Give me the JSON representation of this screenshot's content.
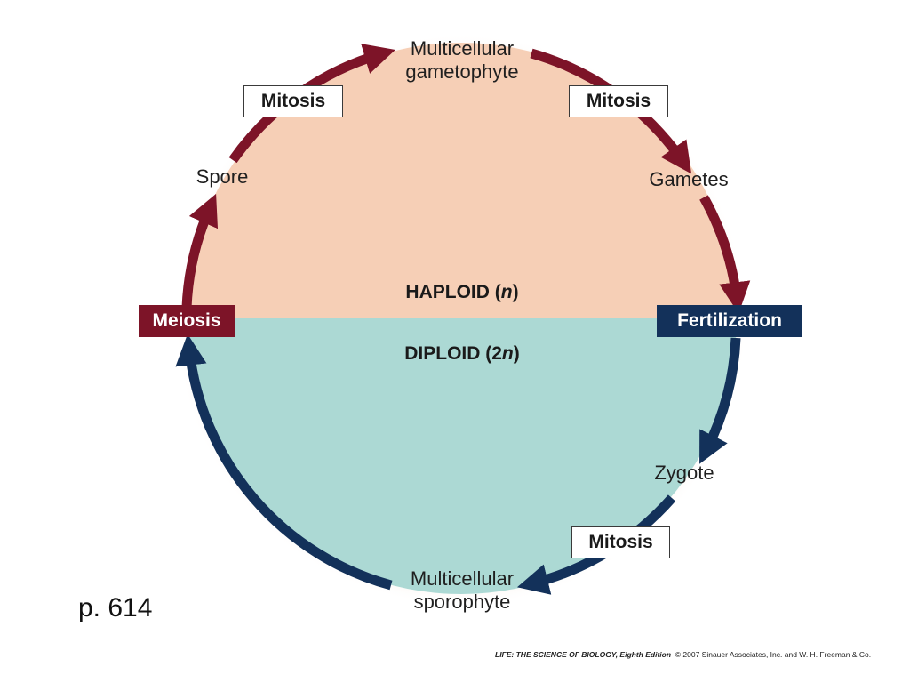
{
  "colors": {
    "haploid_fill": "#f6cfb6",
    "diploid_fill": "#acd9d4",
    "haploid_arrow": "#7d1428",
    "diploid_arrow": "#13315a"
  },
  "phases": {
    "haploid_label": "HAPLOID (",
    "haploid_sym": "n",
    "diploid_label": "DIPLOID (2",
    "diploid_sym": "n",
    "close": ")"
  },
  "stages": {
    "multicellular_gametophyte": [
      "Multicellular",
      "gametophyte"
    ],
    "gametes": "Gametes",
    "zygote": "Zygote",
    "multicellular_sporophyte": [
      "Multicellular",
      "sporophyte"
    ],
    "spore": "Spore"
  },
  "processes": {
    "mitosis_left": "Mitosis",
    "mitosis_right": "Mitosis",
    "mitosis_bottom": "Mitosis",
    "meiosis": "Meiosis",
    "fertilization": "Fertilization"
  },
  "page_ref": "p. 614",
  "credit": {
    "book": "LIFE: THE SCIENCE OF BIOLOGY, Eighth Edition",
    "rest": "© 2007 Sinauer Associates, Inc. and W. H. Freeman & Co."
  }
}
